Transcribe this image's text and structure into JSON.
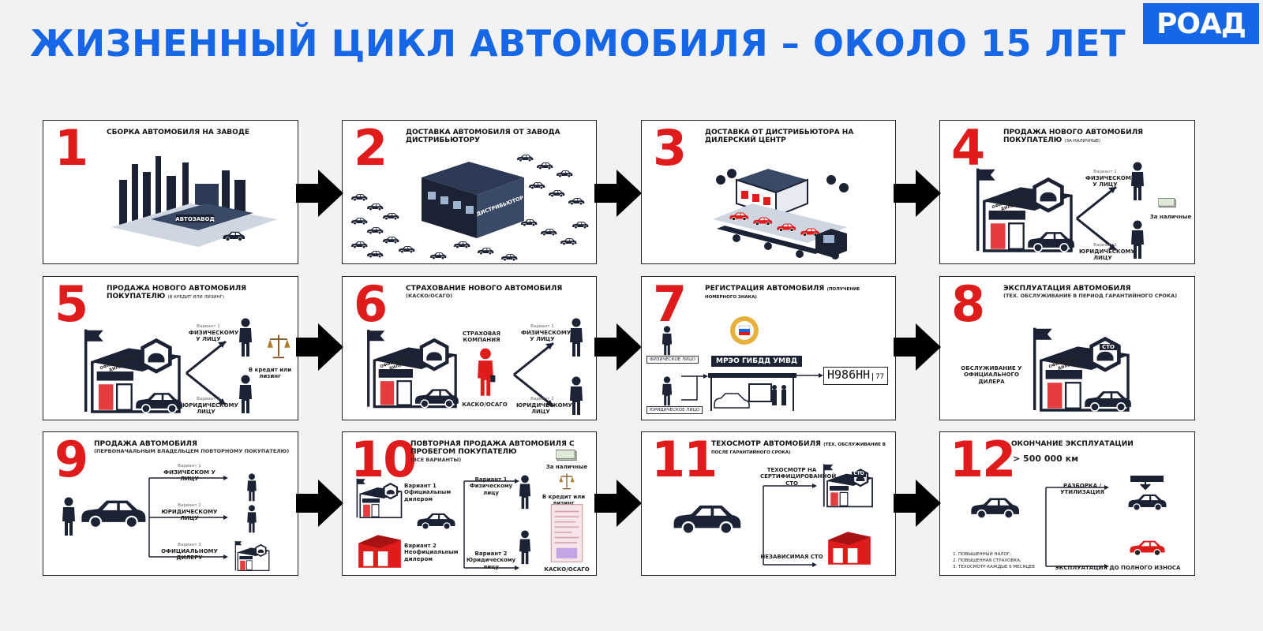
{
  "header": {
    "title": "ЖИЗНЕННЫЙ ЦИКЛ АВТОМОБИЛЯ – ОКОЛО 15 ЛЕТ",
    "logo_text": "РОАД"
  },
  "colors": {
    "accent": "#1666e8",
    "number_red": "#e01b1b",
    "navy": "#1a2233"
  },
  "panels": [
    {
      "num": "1",
      "title": "СБОРКА АВТОМОБИЛЯ НА ЗАВОДЕ",
      "sub": "",
      "factory_sign": "АВТОЗАВОД"
    },
    {
      "num": "2",
      "title": "ДОСТАВКА АВТОМОБИЛЯ ОТ ЗАВОДА ДИСТРИБЬЮТОРУ",
      "sub": "",
      "building_sign": "ДИСТРИБЬЮТОР"
    },
    {
      "num": "3",
      "title": "ДОСТАВКА ОТ ДИСТРИБЬЮТОРА НА ДИЛЕРСКИЙ ЦЕНТР",
      "sub": ""
    },
    {
      "num": "4",
      "title": "ПРОДАЖА НОВОГО АВТОМОБИЛЯ ПОКУПАТЕЛЮ",
      "title_suffix": "(ЗА НАЛИЧНЫЕ)",
      "sub": "",
      "dealer_sign": "ОФИЦИАЛЬНЫЙ ДИЛЕР",
      "variant1_small": "Вариант 1",
      "variant1": "ФИЗИЧЕСКОМУ У ЛИЦУ",
      "variant2_small": "Вариант 2",
      "variant2": "ЮРИДИЧЕСКОМУ ЛИЦУ",
      "payment": "За наличные"
    },
    {
      "num": "5",
      "title": "ПРОДАЖА НОВОГО АВТОМОБИЛЯ ПОКУПАТЕЛЮ",
      "title_suffix": "(В КРЕДИТ ИЛИ ЛИЗИНГ)",
      "sub": "",
      "dealer_sign": "ОФИЦИАЛЬНЫЙ ДИЛЕР",
      "variant1_small": "Вариант 1",
      "variant1": "ФИЗИЧЕСКОМУ У ЛИЦУ",
      "variant2_small": "Вариант 2",
      "variant2": "ЮРИДИЧЕСКОМУ ЛИЦУ",
      "payment": "В кредит или лизинг"
    },
    {
      "num": "6",
      "title": "СТРАХОВАНИЕ НОВОГО АВТОМОБИЛЯ",
      "sub": "(КАСКО/ОСАГО)",
      "dealer_sign": "ОФИЦИАЛЬНЫЙ ДИЛЕР",
      "insurer": "СТРАХОВАЯ КОМПАНИЯ",
      "insurer_bottom": "КАСКО/ОСАГО",
      "variant1_small": "Вариант 1",
      "variant1": "ФИЗИЧЕСКОМУ У ЛИЦУ",
      "variant2_small": "Вариант 2",
      "variant2": "ЮРИДИЧЕСКОМУ ЛИЦУ"
    },
    {
      "num": "7",
      "title": "РЕГИСТРАЦИЯ АВТОМОБИЛЯ",
      "title_suffix": "(ПОЛУЧЕНИЕ НОМЕРНОГО ЗНАКА)",
      "sub": "",
      "person1_tag": "ФИЗИЧЕСКОЕ ЛИЦО",
      "person2_tag": "ЮРИДИЧЕСКОЕ ЛИЦО",
      "office": "МРЭО ГИБДД УМВД",
      "plate": "Н986НН",
      "plate_region": "77"
    },
    {
      "num": "8",
      "title": "ЭКСПЛУАТАЦИЯ АВТОМОБИЛЯ",
      "sub": "(ТЕХ. ОБСЛУЖИВАНИЕ В ПЕРИОД ГАРАНТИЙНОГО СРОКА)",
      "service_text": "ОБСЛУЖИВАНИЕ У ОФИЦИАЛЬНОГО ДИЛЕРА",
      "dealer_sign": "ОФИЦИАЛЬНЫЙ ДИЛЕР",
      "sto": "СТО"
    },
    {
      "num": "9",
      "title": "ПРОДАЖА АВТОМОБИЛЯ",
      "sub": "(ПЕРВОНАЧАЛЬНЫМ ВЛАДЕЛЬЦЕМ ПОВТОРНОМУ ПОКУПАТЕЛЮ)",
      "variant1_small": "Вариант 1",
      "variant1": "ФИЗИЧЕСКОМ У ЛИЦУ",
      "variant2_small": "Вариант 2",
      "variant2": "ЮРИДИЧЕСКОМУ ЛИЦУ",
      "variant3_small": "Вариант 3",
      "variant3": "ОФИЦИАЛЬНОМУ ДИЛЕРУ"
    },
    {
      "num": "10",
      "title": "ПОВТОРНАЯ ПРОДАЖА АВТОМОБИЛЯ С ПРОБЕГОМ ПОКУПАТЕЛЮ",
      "sub": "(ВСЕ ВАРИАНТЫ)",
      "seller1": "Вариант 1 Официальным дилером",
      "seller2": "Вариант 2 Неофициальным дилером",
      "buyer1": "Вариант 1 Физическому лицу",
      "buyer2": "Вариант 2 Юридическому лицу",
      "pay_cash": "За наличные",
      "pay_credit": "В кредит или лизинг",
      "insurance": "КАСКО/ОСАГО"
    },
    {
      "num": "11",
      "title": "ТЕХОСМОТР АВТОМОБИЛЯ",
      "title_suffix": "(ТЕХ. ОБСЛУЖИВАНИЕ В ПОСЛЕ ГАРАНТИЙНОГО СРОКА)",
      "sub": "",
      "dest1": "ТЕХОСМОТР НА СЕРТИФИЦИРОВАННОЙ СТО",
      "dest2": "НЕЗАВИСИМАЯ СТО",
      "sto": "СТО"
    },
    {
      "num": "12",
      "title": "ОКОНЧАНИЕ ЭКСПЛУАТАЦИИ",
      "sub": "",
      "mileage": "> 500 000 км",
      "dest1": "РАЗБОРКА / УТИЛИЗАЦИЯ",
      "dest2": "ЭКСПЛУАТАЦИЯ ДО ПОЛНОГО ИЗНОСА",
      "notes": [
        "1.  ПОВЫШЕННЫЙ НАЛОГ;",
        "2.  ПОВЫШЕННАЯ СТРАХОВКА;",
        "3.  ТЕХОСМОТР КАЖДЫЕ 6 МЕСЯЦЕВ"
      ]
    }
  ]
}
